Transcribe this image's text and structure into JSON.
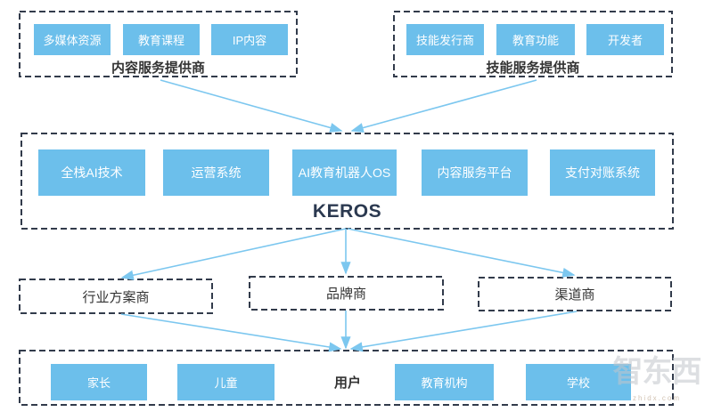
{
  "diagram": {
    "top_left_group": {
      "label": "内容服务提供商",
      "items": [
        "多媒体资源",
        "教育课程",
        "IP内容"
      ]
    },
    "top_right_group": {
      "label": "技能服务提供商",
      "items": [
        "技能发行商",
        "教育功能",
        "开发者"
      ]
    },
    "keros_group": {
      "label": "KEROS",
      "items": [
        "全栈AI技术",
        "运营系统",
        "AI教育机器人OS",
        "内容服务平台",
        "支付对账系统"
      ]
    },
    "partner_tier": {
      "items": [
        "行业方案商",
        "品牌商",
        "渠道商"
      ]
    },
    "user_group": {
      "label": "用户",
      "items": [
        "家长",
        "儿童",
        "教育机构",
        "学校"
      ]
    },
    "connections": [
      {
        "from": "content-service-providers",
        "to": "keros"
      },
      {
        "from": "skill-service-providers",
        "to": "keros"
      },
      {
        "from": "keros",
        "to": "industry-solution-provider"
      },
      {
        "from": "keros",
        "to": "brand-provider"
      },
      {
        "from": "keros",
        "to": "channel-provider"
      },
      {
        "from": "industry-solution-provider",
        "to": "users"
      },
      {
        "from": "brand-provider",
        "to": "users"
      },
      {
        "from": "channel-provider",
        "to": "users"
      }
    ],
    "watermark": {
      "logo": "智东西",
      "domain": "zhidx.com"
    },
    "colors": {
      "chip_blue": "#6cbfeb",
      "arrow_blue": "#7cc7ef",
      "border_dark": "#323b4b",
      "label_dark": "#333333",
      "keros_navy": "#2b3950"
    }
  }
}
